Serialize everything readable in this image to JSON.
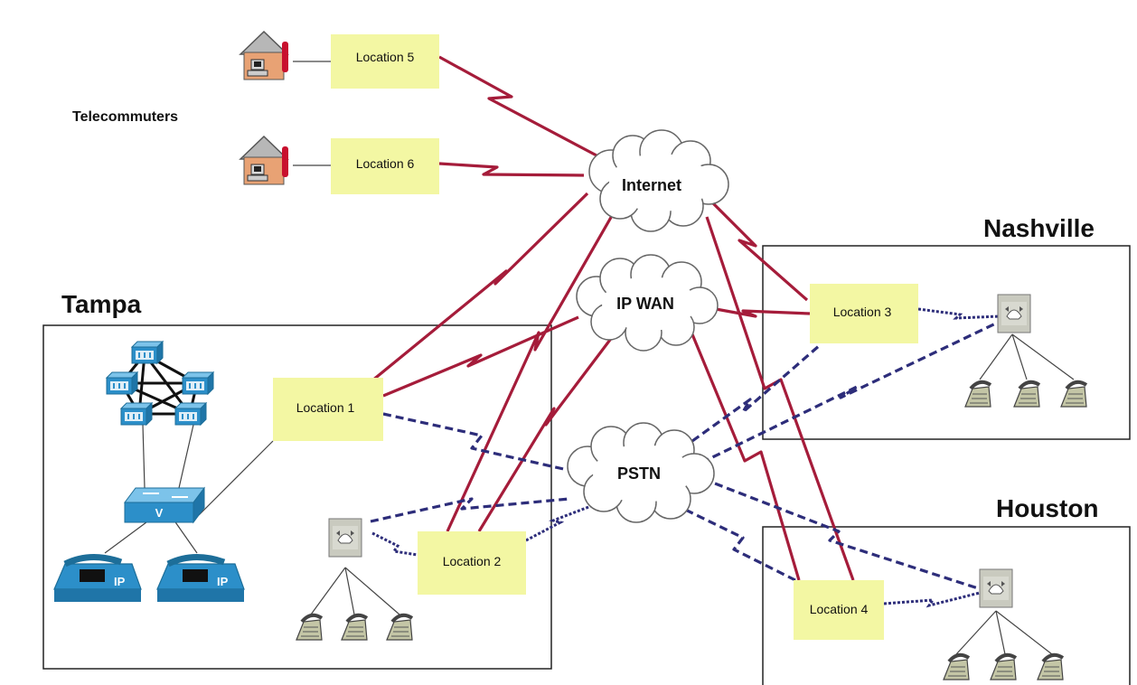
{
  "labels": {
    "telecommuters": "Telecommuters",
    "tampa": "Tampa",
    "nashville": "Nashville",
    "houston": "Houston"
  },
  "clouds": {
    "internet": "Internet",
    "ipwan": "IP WAN",
    "pstn": "PSTN"
  },
  "locations": {
    "loc1": "Location 1",
    "loc2": "Location 2",
    "loc3": "Location 3",
    "loc4": "Location 4",
    "loc5": "Location 5",
    "loc6": "Location 6"
  },
  "device_labels": {
    "ip_phone": "IP",
    "voice_switch": "V"
  },
  "colors": {
    "location_box": "#f3f7a3",
    "wan_link": "#a51c3a",
    "pstn_link": "#2d2d7a",
    "cisco_blue": "#2c8fc9",
    "phone": "#c4c6a6"
  },
  "icons": [
    "house-icon",
    "cloud-icon",
    "pbx-icon",
    "analog-phone-icon",
    "ip-phone-icon",
    "voice-switch-icon",
    "call-manager-icon"
  ]
}
